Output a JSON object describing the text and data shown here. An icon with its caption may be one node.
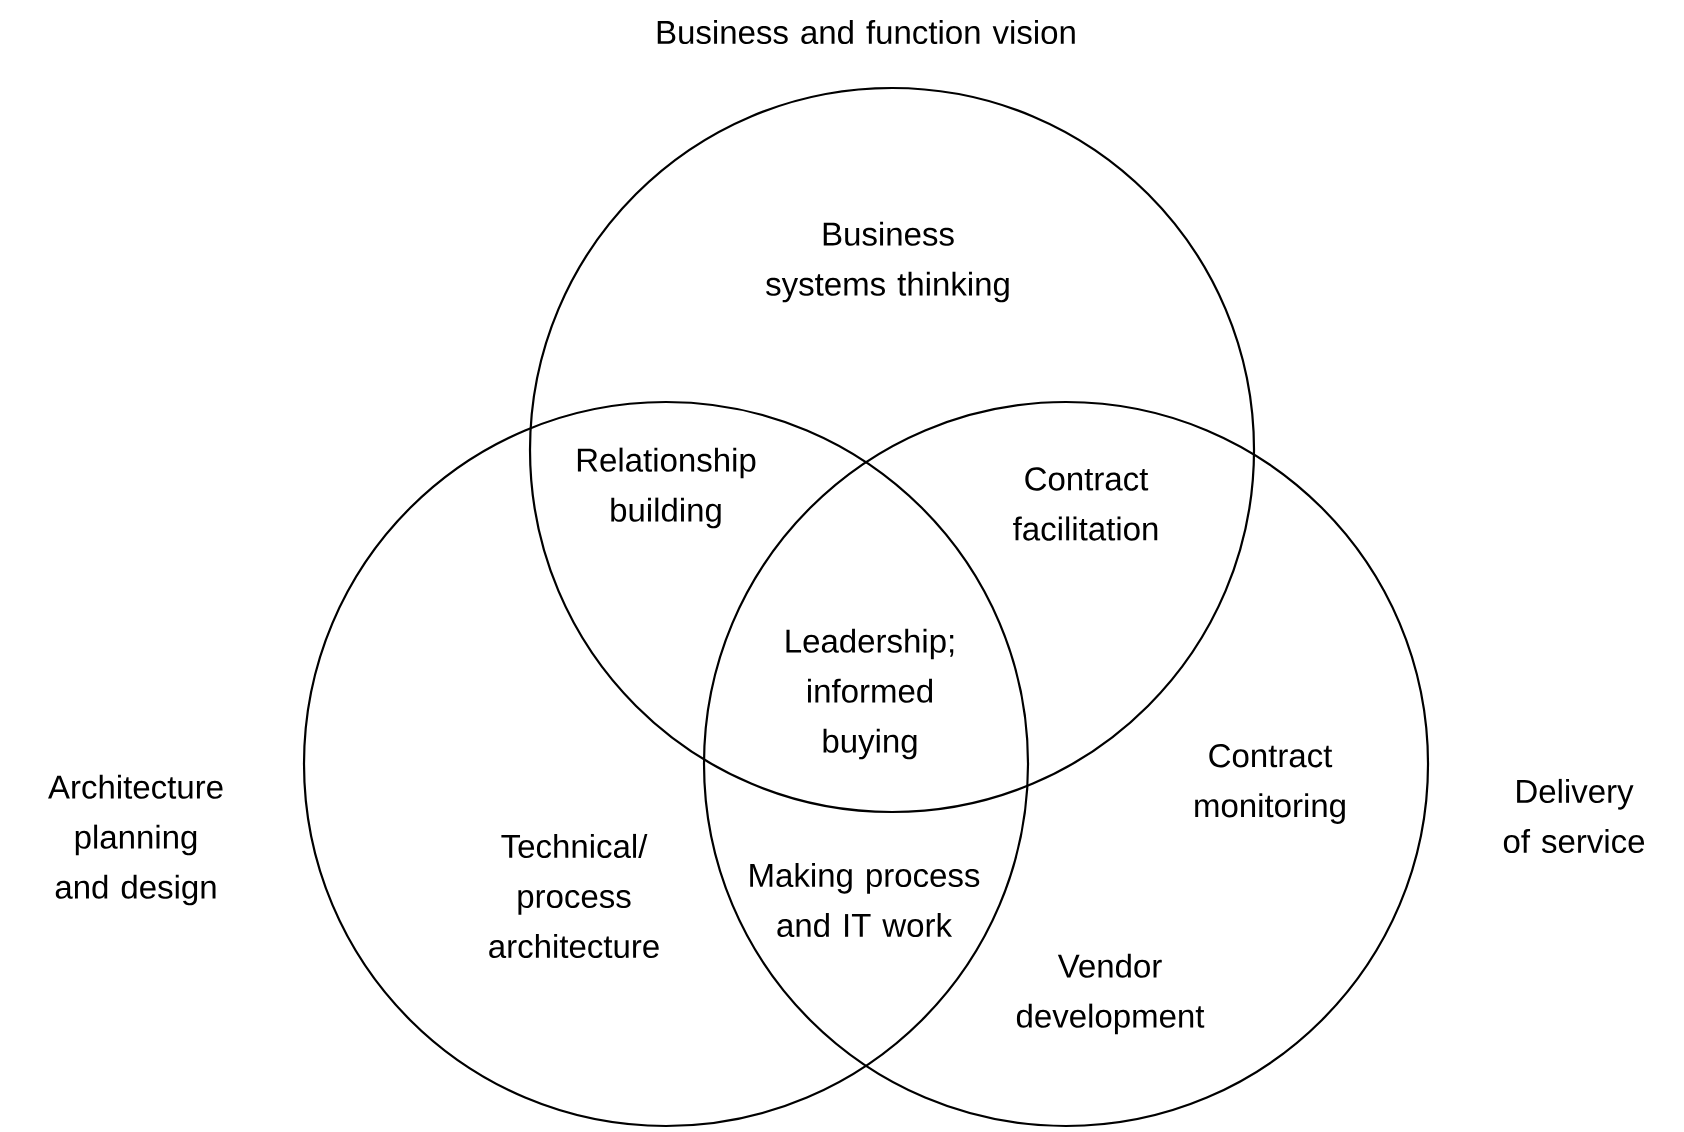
{
  "diagram": {
    "nodes": [
      {
        "text": [
          "Business and function vision",
          "Business systems thinking"
        ]
      },
      {
        "text": [
          "Architecture planning and design",
          "Technical/ process architecture"
        ]
      },
      {
        "text": [
          "Contract monitoring",
          "Delivery of service",
          "Vendor development"
        ]
      }
    ],
    "labels": [
      "Relationship building",
      "Contract facilitation",
      "Leadership; informed buying",
      "Making process and IT work"
    ]
  }
}
